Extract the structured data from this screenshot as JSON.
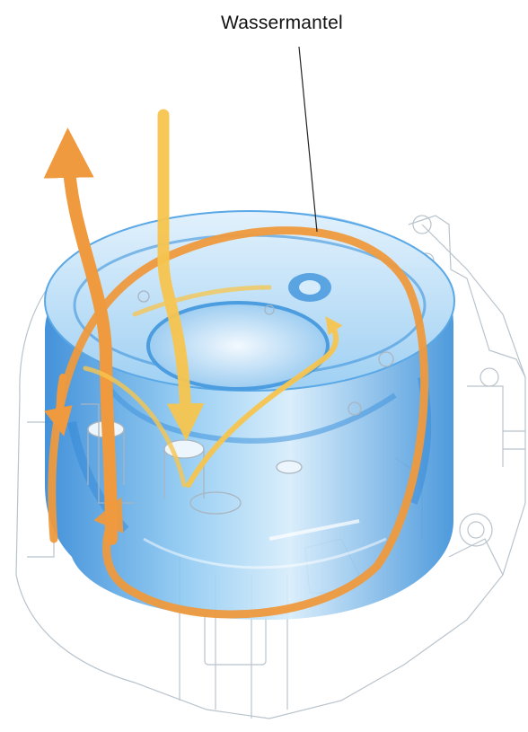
{
  "labels": {
    "water_jacket": "Wassermantel"
  },
  "colors": {
    "background": "#ffffff",
    "jacket_blue_light": "#cfe8fb",
    "jacket_blue_mid": "#7cc0ef",
    "jacket_blue_dark": "#2f86d6",
    "housing_outline": "#b9c3cc",
    "flow_hot": "#ef9a3e",
    "flow_cold": "#f7c54f",
    "leader_line": "#222222"
  },
  "icons": {
    "outlet_arrow": "arrow-up",
    "inlet_arrow": "arrow-down",
    "circulation": "curved-arrows"
  }
}
